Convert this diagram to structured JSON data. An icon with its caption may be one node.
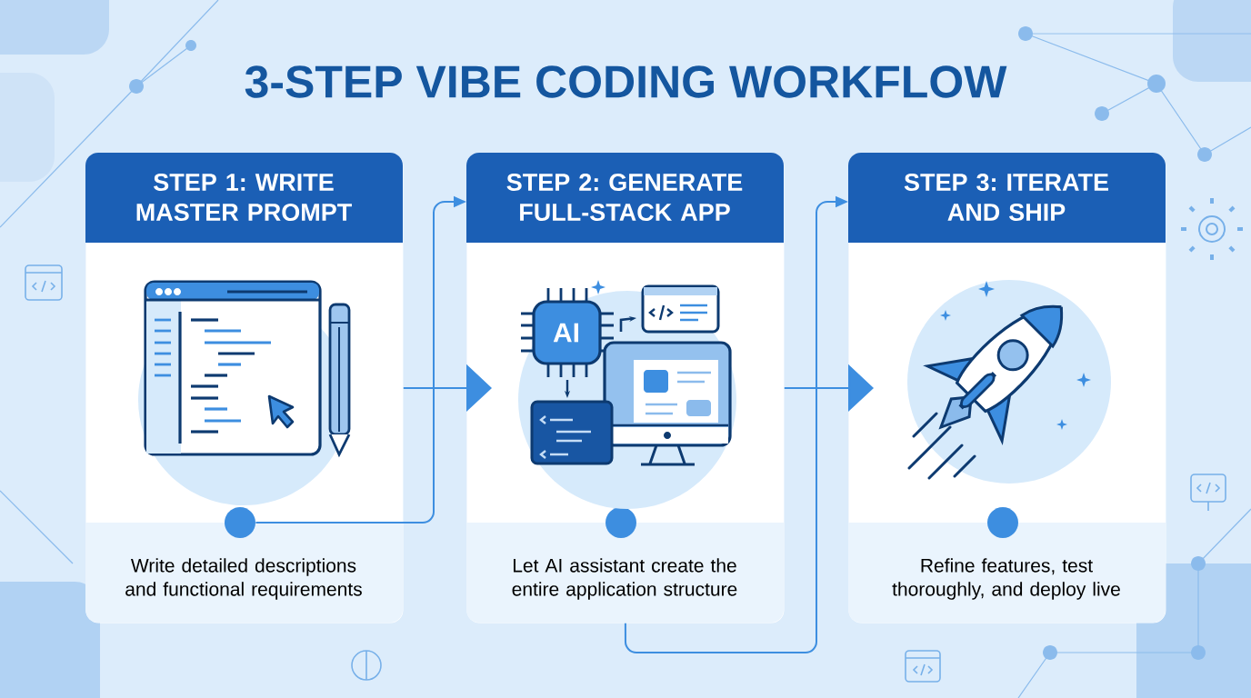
{
  "diagram": {
    "title": "3-STEP VIBE CODING WORKFLOW",
    "nodes": [
      {
        "text": [
          "STEP 1: WRITE MASTER PROMPT",
          "Write detailed descriptions and functional requirements"
        ]
      },
      {
        "text": [],
        "shape": "circle",
        "in": 0
      },
      {
        "text": [
          "STEP 2: GENERATE FULL-STACK APP",
          "Let AI assistant create the entire application structure"
        ]
      },
      {
        "text": [],
        "shape": "circle",
        "in": 2
      },
      {
        "text": [
          "STEP 3: ITERATE AND SHIP",
          "Refine features, test thoroughly, and deploy live"
        ]
      },
      {
        "text": [],
        "shape": "circle",
        "in": 4
      }
    ],
    "edges": [
      {
        "from": 0,
        "to": 2,
        "arrow": "to"
      },
      {
        "from": 1,
        "to": 2,
        "arrow": "to"
      },
      {
        "from": 2,
        "to": 4,
        "arrow": "to"
      },
      {
        "from": 2,
        "to": 4,
        "arrow": "to"
      }
    ],
    "labels": [
      "AI"
    ]
  }
}
